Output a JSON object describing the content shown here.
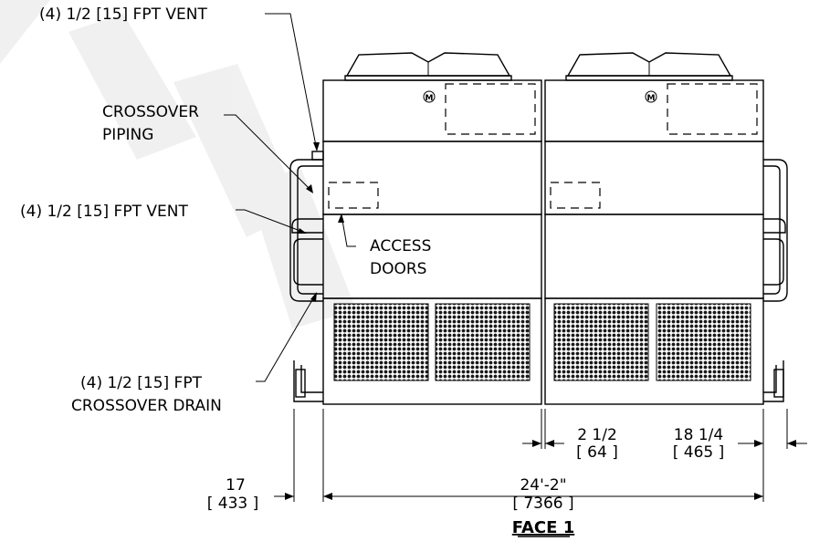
{
  "callouts": {
    "vent_top": "(4) 1/2 [15] FPT VENT",
    "crossover_piping_1": "CROSSOVER",
    "crossover_piping_2": "PIPING",
    "vent_mid": "(4) 1/2 [15] FPT VENT",
    "access_doors_1": "ACCESS",
    "access_doors_2": "DOORS",
    "drain_1": "(4) 1/2 [15] FPT",
    "drain_2": "CROSSOVER DRAIN"
  },
  "dimensions": {
    "gap_in": "2 1/2",
    "gap_mm": "[ 64 ]",
    "edge_in": "18 1/4",
    "edge_mm": "[ 465 ]",
    "left_in": "17",
    "left_mm": "[ 433 ]",
    "overall_in": "24'-2\"",
    "overall_mm": "[ 7366 ]"
  },
  "view_title": "FACE 1",
  "logo": "M"
}
